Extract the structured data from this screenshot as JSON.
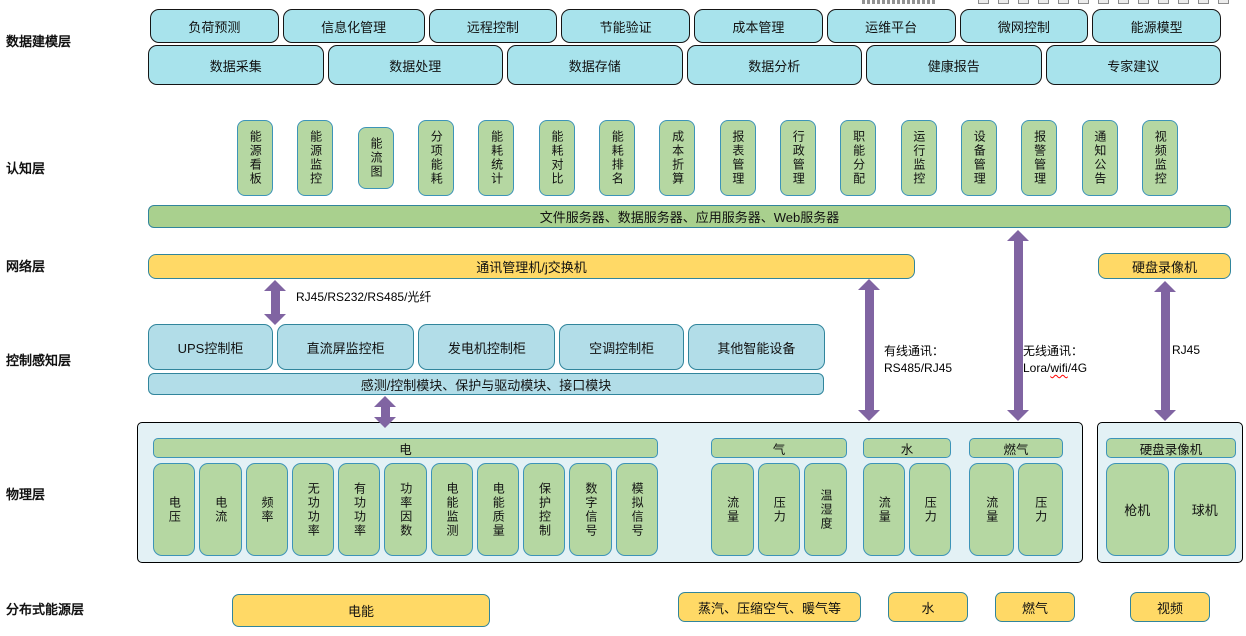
{
  "layers": {
    "modeling": {
      "label": "数据建模层",
      "row1": [
        "负荷预测",
        "信息化管理",
        "远程控制",
        "节能验证",
        "成本管理",
        "运维平台",
        "微网控制",
        "能源模型"
      ],
      "row2": [
        "数据采集",
        "数据处理",
        "数据存储",
        "数据分析",
        "健康报告",
        "专家建议"
      ]
    },
    "cognition": {
      "label": "认知层",
      "apps": [
        "能源看板",
        "能源监控",
        "能流图",
        "分项能耗",
        "能耗统计",
        "能耗对比",
        "能耗排名",
        "成本折算",
        "报表管理",
        "行政管理",
        "职能分配",
        "运行监控",
        "设备管理",
        "报警管理",
        "通知公告",
        "视频监控"
      ],
      "server_bar": "文件服务器、数据服务器、应用服务器、Web服务器"
    },
    "network": {
      "label": "网络层",
      "comm_bar": "通讯管理机/j交换机",
      "dvr": "硬盘录像机"
    },
    "control": {
      "label": "控制感知层",
      "cabinets": [
        "UPS控制柜",
        "直流屏监控柜",
        "发电机控制柜",
        "空调控制柜",
        "其他智能设备"
      ],
      "module_bar": "感测/控制模块、保护与驱动模块、接口模块"
    },
    "physical": {
      "label": "物理层",
      "groups": [
        {
          "name": "电",
          "items": [
            "电压",
            "电流",
            "频率",
            "无功功率",
            "有功功率",
            "功率因数",
            "电能监测",
            "电能质量",
            "保护控制",
            "数字信号",
            "模拟信号"
          ]
        },
        {
          "name": "气",
          "items": [
            "流量",
            "压力",
            "温湿度"
          ]
        },
        {
          "name": "水",
          "items": [
            "流量",
            "压力"
          ]
        },
        {
          "name": "燃气",
          "items": [
            "流量",
            "压力"
          ]
        }
      ],
      "camera": {
        "name": "硬盘录像机",
        "items": [
          "枪机",
          "球机"
        ]
      }
    },
    "energy": {
      "label": "分布式能源层",
      "sources": [
        "电能",
        "蒸汽、压缩空气、暖气等",
        "水",
        "燃气",
        "视频"
      ]
    }
  },
  "connections": {
    "fiber_label": "RJ45/RS232/RS485/光纤",
    "wired": {
      "line1": "有线通讯：",
      "line2": "RS485/RJ45"
    },
    "wireless": {
      "line1": "无线通讯：",
      "line2a": "Lora/",
      "line2b": "wifi",
      "line2c": "/4G"
    },
    "rj45_label": "RJ45"
  },
  "colors": {
    "cyan": "#a8e3ec",
    "cyan2": "#b2dde8",
    "green": "#b5d7a2",
    "green-bar": "#a9d08e",
    "yellow": "#ffd966",
    "purple": "#8064a2",
    "teal-border": "#31859c",
    "blue-border": "#3d94b8",
    "container-fill": "#e3f1f5"
  }
}
